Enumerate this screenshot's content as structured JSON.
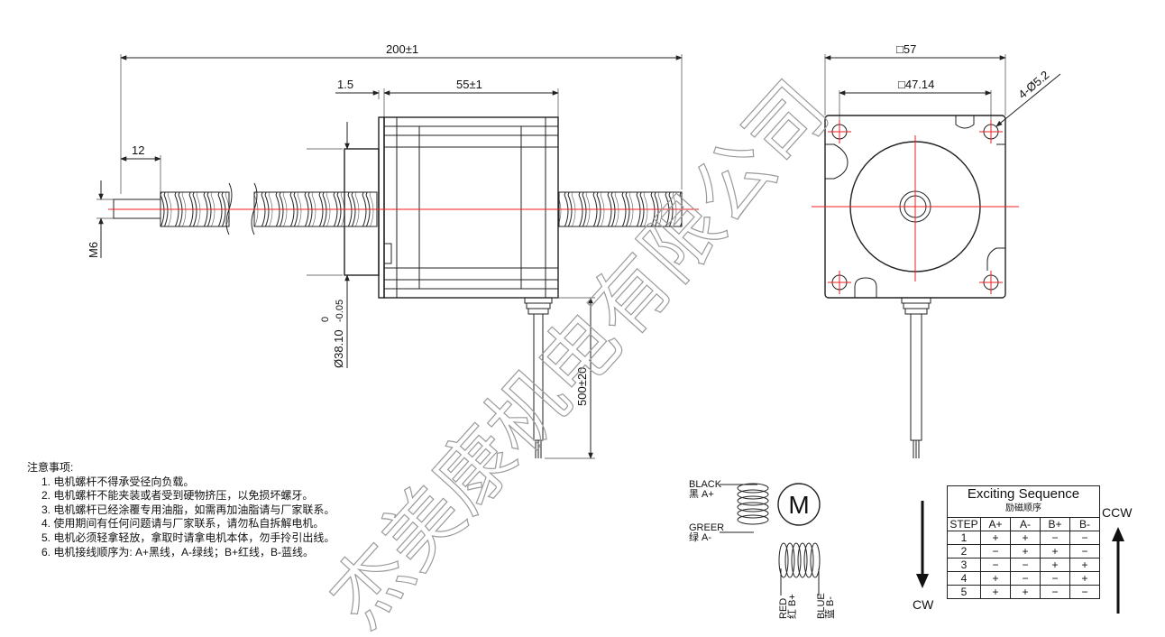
{
  "dimensions": {
    "overall_length": "200±1",
    "flange_thickness": "1.5",
    "body_length": "55±1",
    "thread_length": "12",
    "thread_size": "M6",
    "pilot_diameter": "Ø38.10",
    "pilot_tol_upper": "0",
    "pilot_tol_lower": "-0.05",
    "lead_length": "500±20",
    "frame_size": "□57",
    "hole_spacing": "□47.14",
    "mount_holes": "4-Ø5.2"
  },
  "notes": {
    "title": "注意事项:",
    "items": [
      "1. 电机螺杆不得承受径向负载。",
      "2. 电机螺杆不能夹装或者受到硬物挤压，以免损坏螺牙。",
      "3. 电机螺杆已经涂覆专用油脂，如需再加油脂请与厂家联系。",
      "4. 使用期间有任何问题请与厂家联系，请勿私自拆解电机。",
      "5. 电机必须轻拿轻放，拿取时请拿电机本体，勿手拎引出线。",
      "6.  电机接线顺序为: A+黑线，A-绿线；B+红线，B-蓝线。"
    ]
  },
  "wiring": {
    "black_label": "BLACK",
    "black_sub": "黑 A+",
    "green_label": "GREER",
    "green_sub": "绿 A-",
    "red_label": "RED",
    "red_sub": "红 B+",
    "blue_label": "BLUE",
    "blue_sub": "蓝 B-",
    "motor_symbol": "M"
  },
  "sequence": {
    "title": "Exciting Sequence",
    "subtitle": "励磁顺序",
    "headers": [
      "STEP",
      "A+",
      "A-",
      "B+",
      "B-"
    ],
    "rows": [
      [
        "1",
        "+",
        "+",
        "−",
        "−"
      ],
      [
        "2",
        "−",
        "+",
        "+",
        "−"
      ],
      [
        "3",
        "−",
        "−",
        "+",
        "+"
      ],
      [
        "4",
        "+",
        "−",
        "−",
        "+"
      ],
      [
        "5",
        "+",
        "+",
        "−",
        "−"
      ]
    ],
    "cw_label": "CW",
    "ccw_label": "CCW"
  },
  "watermark": "杰美康机电有限公司"
}
